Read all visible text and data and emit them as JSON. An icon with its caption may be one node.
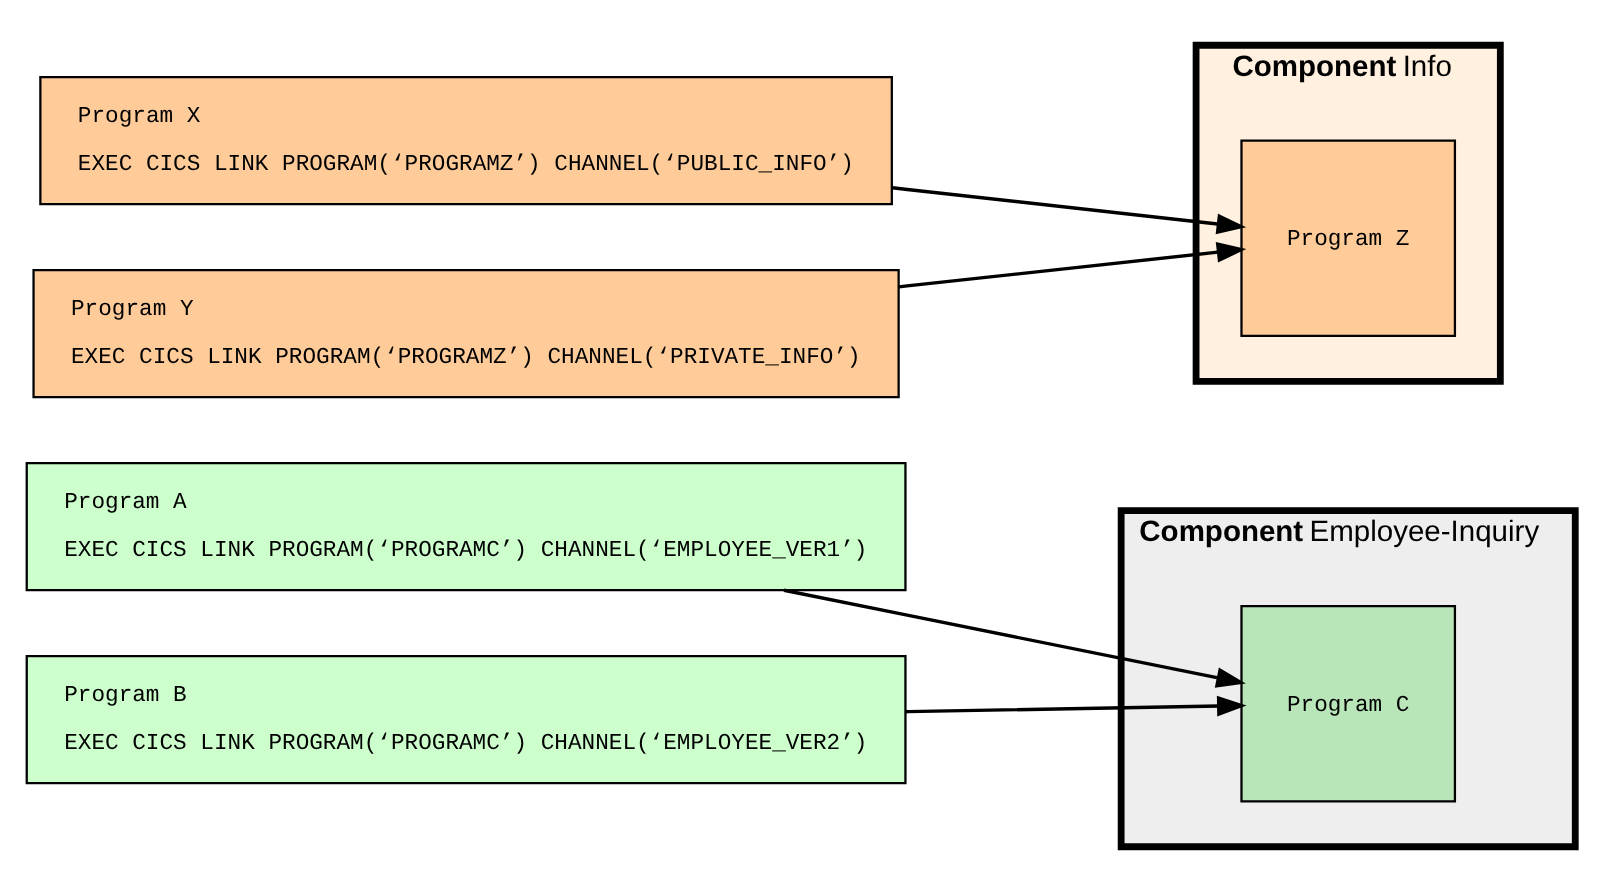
{
  "diagram": {
    "nodes": [
      {
        "text": [
          "Program A",
          "EXEC CICS LINK PROGRAM(‘PROGRAMC’) CHANNEL(‘EMPLOYEE_VER1’)"
        ]
      },
      {
        "text": [
          "Program B",
          "EXEC CICS LINK PROGRAM(‘PROGRAMC’) CHANNEL(‘EMPLOYEE_VER2’)"
        ]
      },
      {
        "text": [
          "**Component** Employee-Inquiry"
        ]
      },
      {
        "text": [
          "Program C"
        ],
        "in": 2
      },
      {
        "text": [
          "Program X",
          "EXEC CICS LINK PROGRAM(‘PROGRAMZ’) CHANNEL(‘PUBLIC_INFO’)"
        ]
      },
      {
        "text": [
          "Program Y",
          "EXEC CICS LINK PROGRAM(‘PROGRAMZ’) CHANNEL(‘PRIVATE_INFO’)"
        ]
      },
      {
        "text": [
          "**Component** Info"
        ]
      },
      {
        "text": [
          "Program Z"
        ],
        "in": 6
      }
    ],
    "edges": [
      {
        "from": 0,
        "to": 3,
        "arrow": "to"
      },
      {
        "from": 1,
        "to": 3,
        "arrow": "to"
      },
      {
        "from": 4,
        "to": 7,
        "arrow": "to"
      },
      {
        "from": 5,
        "to": 7,
        "arrow": "to"
      }
    ]
  }
}
